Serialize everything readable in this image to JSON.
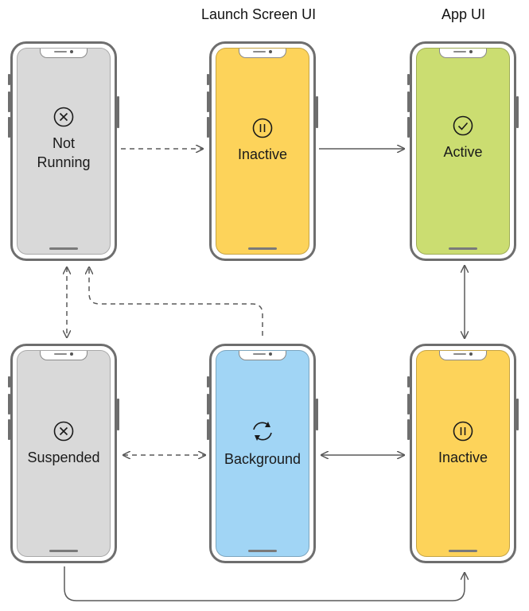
{
  "headers": {
    "launch_screen": "Launch Screen UI",
    "app_ui": "App UI"
  },
  "states": {
    "not_running": {
      "line1": "Not",
      "line2": "Running",
      "icon": "x-circle-icon",
      "color": "#d9d9d9"
    },
    "inactive_launch": {
      "label": "Inactive",
      "icon": "pause-circle-icon",
      "color": "#fdd35a"
    },
    "active": {
      "label": "Active",
      "icon": "check-circle-icon",
      "color": "#cbdd71"
    },
    "suspended": {
      "label": "Suspended",
      "icon": "x-circle-icon",
      "color": "#d9d9d9"
    },
    "background": {
      "label": "Background",
      "icon": "refresh-cycle-icon",
      "color": "#a1d5f5"
    },
    "inactive_app": {
      "label": "Inactive",
      "icon": "pause-circle-icon",
      "color": "#fdd35a"
    }
  }
}
